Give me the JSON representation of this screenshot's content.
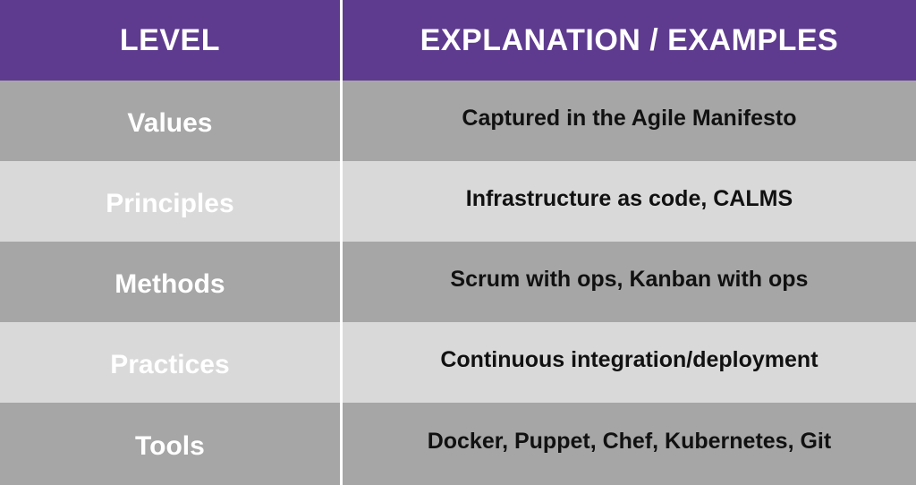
{
  "table": {
    "headers": {
      "level": "LEVEL",
      "explanation": "EXPLANATION / EXAMPLES"
    },
    "rows": [
      {
        "level": "Values",
        "explanation": "Captured in the Agile Manifesto"
      },
      {
        "level": "Principles",
        "explanation": "Infrastructure as code, CALMS"
      },
      {
        "level": "Methods",
        "explanation": "Scrum with ops, Kanban with ops"
      },
      {
        "level": "Practices",
        "explanation": "Continuous integration/deployment"
      },
      {
        "level": "Tools",
        "explanation": "Docker, Puppet, Chef, Kubernetes, Git"
      }
    ]
  },
  "colors": {
    "header_bg": "#5e3b8e",
    "row_dark": "#a6a6a6",
    "row_light": "#d9d9d9",
    "divider": "#ffffff"
  }
}
